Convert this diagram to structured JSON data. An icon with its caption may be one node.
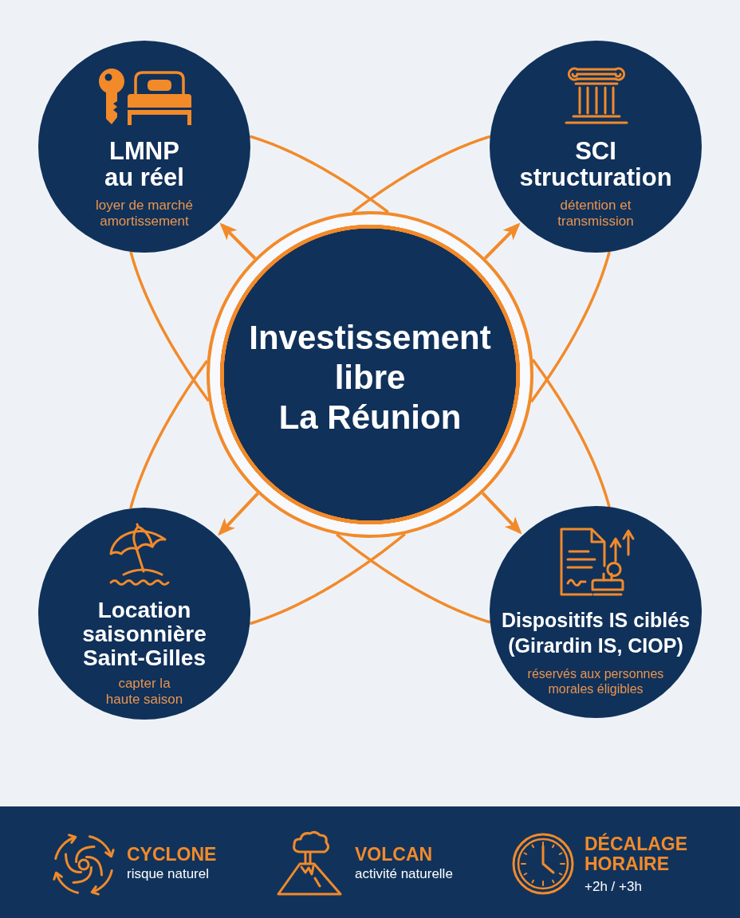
{
  "diagram": {
    "nodes": [
      {
        "text": [
          "LMNP au réel",
          "loyer de marché amortissement"
        ]
      },
      {
        "text": [
          "SCI structuration",
          "détention et transmission"
        ]
      },
      {
        "text": [
          "Investissement libre",
          "La Réunion"
        ]
      },
      {
        "text": [
          "Location saisonnière Saint-Gilles",
          "capter la haute saison"
        ]
      },
      {
        "text": [
          "Dispositifs IS ciblés (Girardin IS, CIOP)",
          "réservés aux personnes morales éligibles"
        ]
      }
    ],
    "edges": [
      {
        "from": 2,
        "to": 0,
        "arrow": "to"
      },
      {
        "from": 2,
        "to": 1,
        "arrow": "to"
      },
      {
        "from": 2,
        "to": 3,
        "arrow": "to"
      },
      {
        "from": 2,
        "to": 4,
        "arrow": "to"
      },
      {
        "from": 0,
        "to": 2,
        "arrow": "none"
      },
      {
        "from": 0,
        "to": 2,
        "arrow": "none"
      },
      {
        "from": 1,
        "to": 2,
        "arrow": "none"
      },
      {
        "from": 1,
        "to": 2,
        "arrow": "none"
      },
      {
        "from": 3,
        "to": 2,
        "arrow": "none"
      },
      {
        "from": 3,
        "to": 2,
        "arrow": "none"
      },
      {
        "from": 4,
        "to": 2,
        "arrow": "none"
      },
      {
        "from": 4,
        "to": 2,
        "arrow": "none"
      }
    ],
    "labels": [
      "CYCLONE",
      "risque naturel",
      "VOLCAN",
      "activité naturelle",
      "DÉCALAGE HORAIRE",
      "+2h / +3h"
    ]
  }
}
